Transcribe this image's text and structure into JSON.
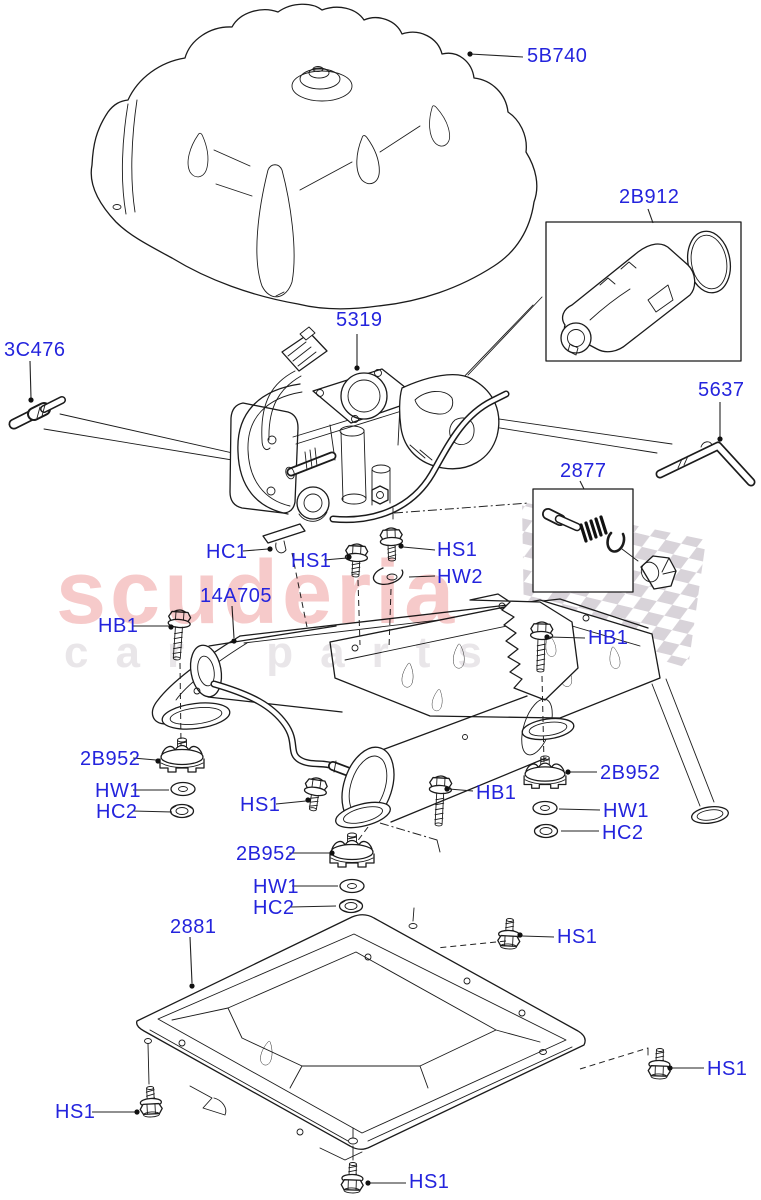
{
  "watermark": {
    "brand": "scuderia",
    "tagline": "car parts"
  },
  "colors": {
    "label_blue": "#2424dd",
    "line_black": "#1b1b1b",
    "watermark_pink": "#f6caca",
    "watermark_gray": "#e9e6e9",
    "checker_gray": "#d8d3d9",
    "background": "#ffffff"
  },
  "diagram": {
    "description": "Exploded parts diagram: air suspension compressor, cover, cradle, mounts and fasteners",
    "labels": [
      {
        "id": "cover",
        "text": "5B740"
      },
      {
        "id": "motor-kit",
        "text": "2B912"
      },
      {
        "id": "sensor",
        "text": "3C476"
      },
      {
        "id": "compressor",
        "text": "5319"
      },
      {
        "id": "pipe",
        "text": "5637"
      },
      {
        "id": "valve-kit",
        "text": "2877"
      },
      {
        "id": "clamp",
        "text": "HC1"
      },
      {
        "id": "screw-a",
        "text": "HS1"
      },
      {
        "id": "screw-b",
        "text": "HS1"
      },
      {
        "id": "washer-2",
        "text": "HW2"
      },
      {
        "id": "cradle",
        "text": "14A705"
      },
      {
        "id": "bolt-a",
        "text": "HB1"
      },
      {
        "id": "bolt-b",
        "text": "HB1"
      },
      {
        "id": "mount-a",
        "text": "2B952"
      },
      {
        "id": "washer-1a",
        "text": "HW1"
      },
      {
        "id": "nut-a",
        "text": "HC2"
      },
      {
        "id": "screw-c",
        "text": "HS1"
      },
      {
        "id": "bolt-c",
        "text": "HB1"
      },
      {
        "id": "mount-b",
        "text": "2B952"
      },
      {
        "id": "washer-1b",
        "text": "HW1"
      },
      {
        "id": "nut-b",
        "text": "HC2"
      },
      {
        "id": "mount-c",
        "text": "2B952"
      },
      {
        "id": "washer-1c",
        "text": "HW1"
      },
      {
        "id": "nut-c",
        "text": "HC2"
      },
      {
        "id": "tray",
        "text": "2881"
      },
      {
        "id": "screw-d",
        "text": "HS1"
      },
      {
        "id": "screw-e",
        "text": "HS1"
      },
      {
        "id": "screw-f",
        "text": "HS1"
      },
      {
        "id": "screw-g",
        "text": "HS1"
      }
    ]
  }
}
